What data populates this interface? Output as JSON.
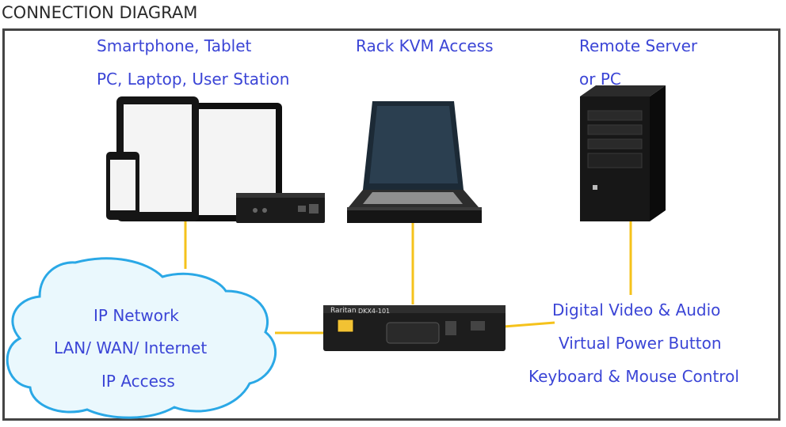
{
  "heading": "CONNECTION DIAGRAM",
  "devices": {
    "mobile": {
      "line1": "Smartphone, Tablet",
      "line2": "PC, Laptop, User Station"
    },
    "rack": {
      "line1": "Rack KVM Access"
    },
    "server": {
      "line1": "Remote Server",
      "line2": "or PC"
    }
  },
  "network": {
    "line1": "IP Network",
    "line2": "LAN/ WAN/ Internet",
    "line3": "IP Access"
  },
  "features": {
    "line1": "Digital Video & Audio",
    "line2": "Virtual Power Button",
    "line3": "Keyboard & Mouse Control"
  },
  "unit": {
    "brand": "Raritan",
    "model": "DKX4-101"
  },
  "colors": {
    "label": "#3b45d6",
    "connector": "#f5c21b",
    "cloud_stroke": "#2aa8e6",
    "cloud_fill": "#eaf8fd"
  }
}
